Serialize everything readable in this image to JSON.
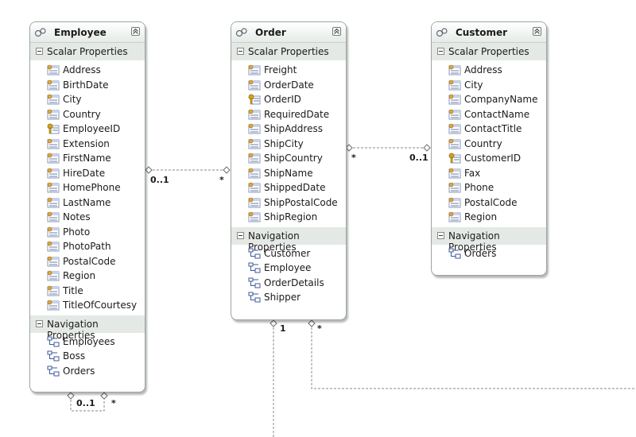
{
  "entities": [
    {
      "name": "Employee",
      "scalar_header": "Scalar Properties",
      "scalar": [
        {
          "name": "Address",
          "key": false
        },
        {
          "name": "BirthDate",
          "key": false
        },
        {
          "name": "City",
          "key": false
        },
        {
          "name": "Country",
          "key": false
        },
        {
          "name": "EmployeeID",
          "key": true
        },
        {
          "name": "Extension",
          "key": false
        },
        {
          "name": "FirstName",
          "key": false
        },
        {
          "name": "HireDate",
          "key": false
        },
        {
          "name": "HomePhone",
          "key": false
        },
        {
          "name": "LastName",
          "key": false
        },
        {
          "name": "Notes",
          "key": false
        },
        {
          "name": "Photo",
          "key": false
        },
        {
          "name": "PhotoPath",
          "key": false
        },
        {
          "name": "PostalCode",
          "key": false
        },
        {
          "name": "Region",
          "key": false
        },
        {
          "name": "Title",
          "key": false
        },
        {
          "name": "TitleOfCourtesy",
          "key": false
        }
      ],
      "nav_header": "Navigation Properties",
      "nav": [
        "Employees",
        "Boss",
        "Orders"
      ]
    },
    {
      "name": "Order",
      "scalar_header": "Scalar Properties",
      "scalar": [
        {
          "name": "Freight",
          "key": false
        },
        {
          "name": "OrderDate",
          "key": false
        },
        {
          "name": "OrderID",
          "key": true
        },
        {
          "name": "RequiredDate",
          "key": false
        },
        {
          "name": "ShipAddress",
          "key": false
        },
        {
          "name": "ShipCity",
          "key": false
        },
        {
          "name": "ShipCountry",
          "key": false
        },
        {
          "name": "ShipName",
          "key": false
        },
        {
          "name": "ShippedDate",
          "key": false
        },
        {
          "name": "ShipPostalCode",
          "key": false
        },
        {
          "name": "ShipRegion",
          "key": false
        }
      ],
      "nav_header": "Navigation Properties",
      "nav": [
        "Customer",
        "Employee",
        "OrderDetails",
        "Shipper"
      ]
    },
    {
      "name": "Customer",
      "scalar_header": "Scalar Properties",
      "scalar": [
        {
          "name": "Address",
          "key": false
        },
        {
          "name": "City",
          "key": false
        },
        {
          "name": "CompanyName",
          "key": false
        },
        {
          "name": "ContactName",
          "key": false
        },
        {
          "name": "ContactTitle",
          "key": false
        },
        {
          "name": "Country",
          "key": false
        },
        {
          "name": "CustomerID",
          "key": true
        },
        {
          "name": "Fax",
          "key": false
        },
        {
          "name": "Phone",
          "key": false
        },
        {
          "name": "PostalCode",
          "key": false
        },
        {
          "name": "Region",
          "key": false
        }
      ],
      "nav_header": "Navigation Properties",
      "nav": [
        "Orders"
      ]
    }
  ],
  "multiplicities": {
    "employee_order_employee_end": "0..1",
    "employee_order_order_end": "*",
    "order_customer_order_end": "*",
    "order_customer_customer_end": "0..1",
    "employee_self_boss_end": "0..1",
    "employee_self_employees_end": "*",
    "order_down_1": "1",
    "order_down_2": "*"
  },
  "colors": {
    "line": "#8a8a8a",
    "key_icon": "#d8a31a",
    "prop_icon": "#6b7fa8"
  }
}
